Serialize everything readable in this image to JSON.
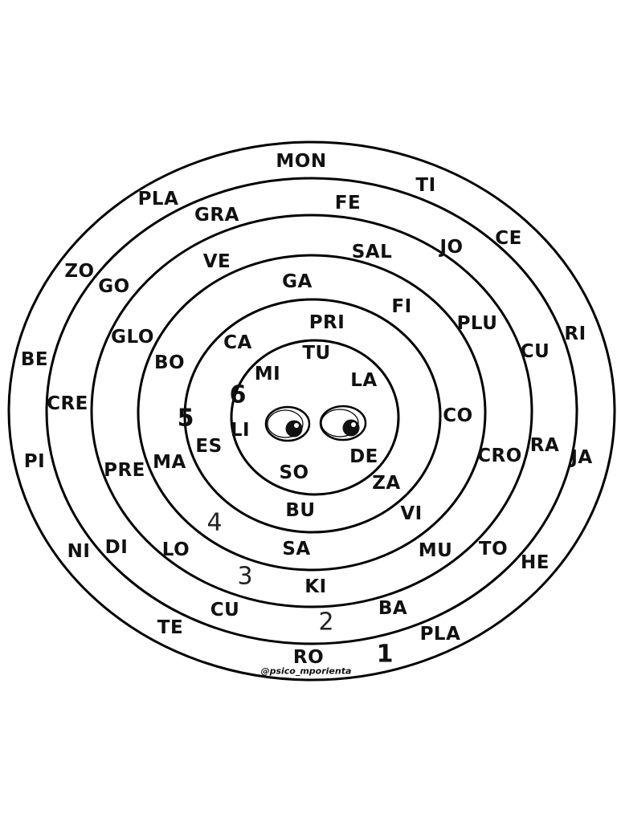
{
  "board": {
    "ring_numbers": [
      "1",
      "2",
      "3",
      "4",
      "5",
      "6"
    ],
    "credit": "@psico_mporienta",
    "ring1_syllables": [
      "MON",
      "TI",
      "CE",
      "RI",
      "JA",
      "HE",
      "PLA",
      "RO",
      "TE",
      "NI",
      "PI",
      "BE",
      "ZO",
      "PLA"
    ],
    "ring2_syllables": [
      "GRA",
      "FE",
      "JO",
      "CU",
      "RA",
      "TO",
      "BA",
      "CU",
      "DI",
      "CRE",
      "GO"
    ],
    "ring3_syllables": [
      "VE",
      "SAL",
      "PLU",
      "CRO",
      "MU",
      "KI",
      "LO",
      "PRE",
      "GLO"
    ],
    "ring4_syllables": [
      "GA",
      "FI",
      "CO",
      "VI",
      "SA",
      "MA",
      "BO"
    ],
    "ring5_syllables": [
      "PRI",
      "CA",
      "ZA",
      "BU",
      "ES"
    ],
    "ring6_syllables": [
      "TU",
      "MI",
      "LA",
      "LI",
      "DE",
      "SO"
    ],
    "colors": {
      "ink": "#000000",
      "paper": "#ffffff"
    }
  }
}
